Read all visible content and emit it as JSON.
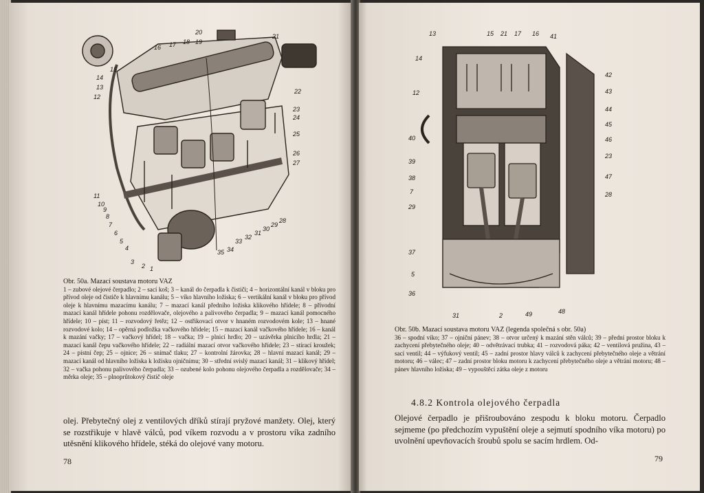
{
  "left_page": {
    "figure": {
      "callouts": [
        "1",
        "2",
        "3",
        "4",
        "5",
        "6",
        "7",
        "8",
        "9",
        "10",
        "11",
        "12",
        "13",
        "14",
        "15",
        "16",
        "17",
        "18",
        "19",
        "20",
        "21",
        "22",
        "23",
        "24",
        "25",
        "26",
        "27",
        "28",
        "29",
        "30",
        "31",
        "32",
        "33",
        "34",
        "35"
      ]
    },
    "caption": {
      "title": "Obr. 50a. Mazací soustava motoru VAZ",
      "legend": "1 – zubové olejové čerpadlo; 2 – sací koš; 3 – kanál do čerpadla k čističi; 4 – horizontální kanál v bloku pro přívod oleje od čističe k hlavnímu kanálu; 5 – víko hlavního ložiska; 6 – vertikální kanál v bloku pro přívod oleje k hlavnímu mazacímu kanálu; 7 – mazací kanál předního ložiska klikového hřídele; 8 – přívodní mazací kanál hřídele pohonu rozdělovače, olejového a palivového čerpadla; 9 – mazací kanál pomocného hřídele; 10 – píst; 11 – rozvodový řetěz; 12 – ostřikovací otvor v hnaném rozvodovém kole; 13 – hnané rozvodové kolo; 14 – opěrná podložka vačkového hřídele; 15 – mazací kanál vačkového hřídele; 16 – kanál k mazání vačky; 17 – vačkový hřídel; 18 – vačka; 19 – plnicí hrdlo; 20 – uzávěrka plnicího hrdla; 21 – mazací kanál čepu vačkového hřídele; 22 – radiální mazací otvor vačkového hřídele; 23 – stírací kroužek; 24 – pístní čep; 25 – ojnice; 26 – snímač tlaku; 27 – kontrolní žárovka; 28 – hlavní mazací kanál; 29 – mazací kanál od hlavního ložiska k ložisku ojničnímu; 30 – střední svislý mazací kanál; 31 – klikový hřídel; 32 – vačka pohonu palivového čerpadla; 33 – ozubené kolo pohonu olejového čerpadla a rozdělovače; 34 – měrka oleje; 35 – plnoprůtokový čistič oleje"
    },
    "body_text": "olej. Přebytečný olej z ventilových dříků stírají pryžové manžety. Olej, který se rozstřikuje v hlavě válců, pod víkem rozvodu a v prostoru víka zadního utěsnění klikového hřídele, stéká do olejové vany motoru.",
    "page_number": "78"
  },
  "right_page": {
    "figure": {
      "callouts": [
        "13",
        "15",
        "21",
        "17",
        "16",
        "41",
        "14",
        "42",
        "12",
        "43",
        "44",
        "45",
        "40",
        "46",
        "23",
        "39",
        "38",
        "47",
        "7",
        "28",
        "29",
        "37",
        "5",
        "36",
        "31",
        "2",
        "49",
        "48"
      ]
    },
    "caption": {
      "title": "Obr. 50b. Mazací soustava motoru VAZ (legenda společná s obr. 50a)",
      "legend": "36 – spodní víko; 37 – ojniční pánev; 38 – otvor určený k mazání stěn válců; 39 – přední prostor bloku k zachycení přebytečného oleje; 40 – odvětrávací trubka; 41 – rozvodová páka; 42 – ventilová pružina, 43 – sací ventil; 44 – výfukový ventil; 45 – zadní prostor hlavy válců k zachycení přebytečného oleje a větrání motoru; 46 – válec; 47 – zadní prostor bloku motoru k zachycení přebytečného oleje a větrání motoru; 48 – pánev hlavního ložiska; 49 – vypouštěcí zátka oleje z motoru"
    },
    "section_heading": "4.8.2 Kontrola olejového čerpadla",
    "body_text": "Olejové čerpadlo je přišroubováno zespodu k bloku motoru. Čerpadlo sejmeme (po předchozím vypuštění oleje a sejmutí spodního víka motoru) po uvolnění upevňovacích šroubů spolu se sacím hrdlem. Od-",
    "page_number": "79"
  },
  "colors": {
    "paper": "#eee7de",
    "ink": "#1a1612",
    "background": "#2a2724"
  }
}
